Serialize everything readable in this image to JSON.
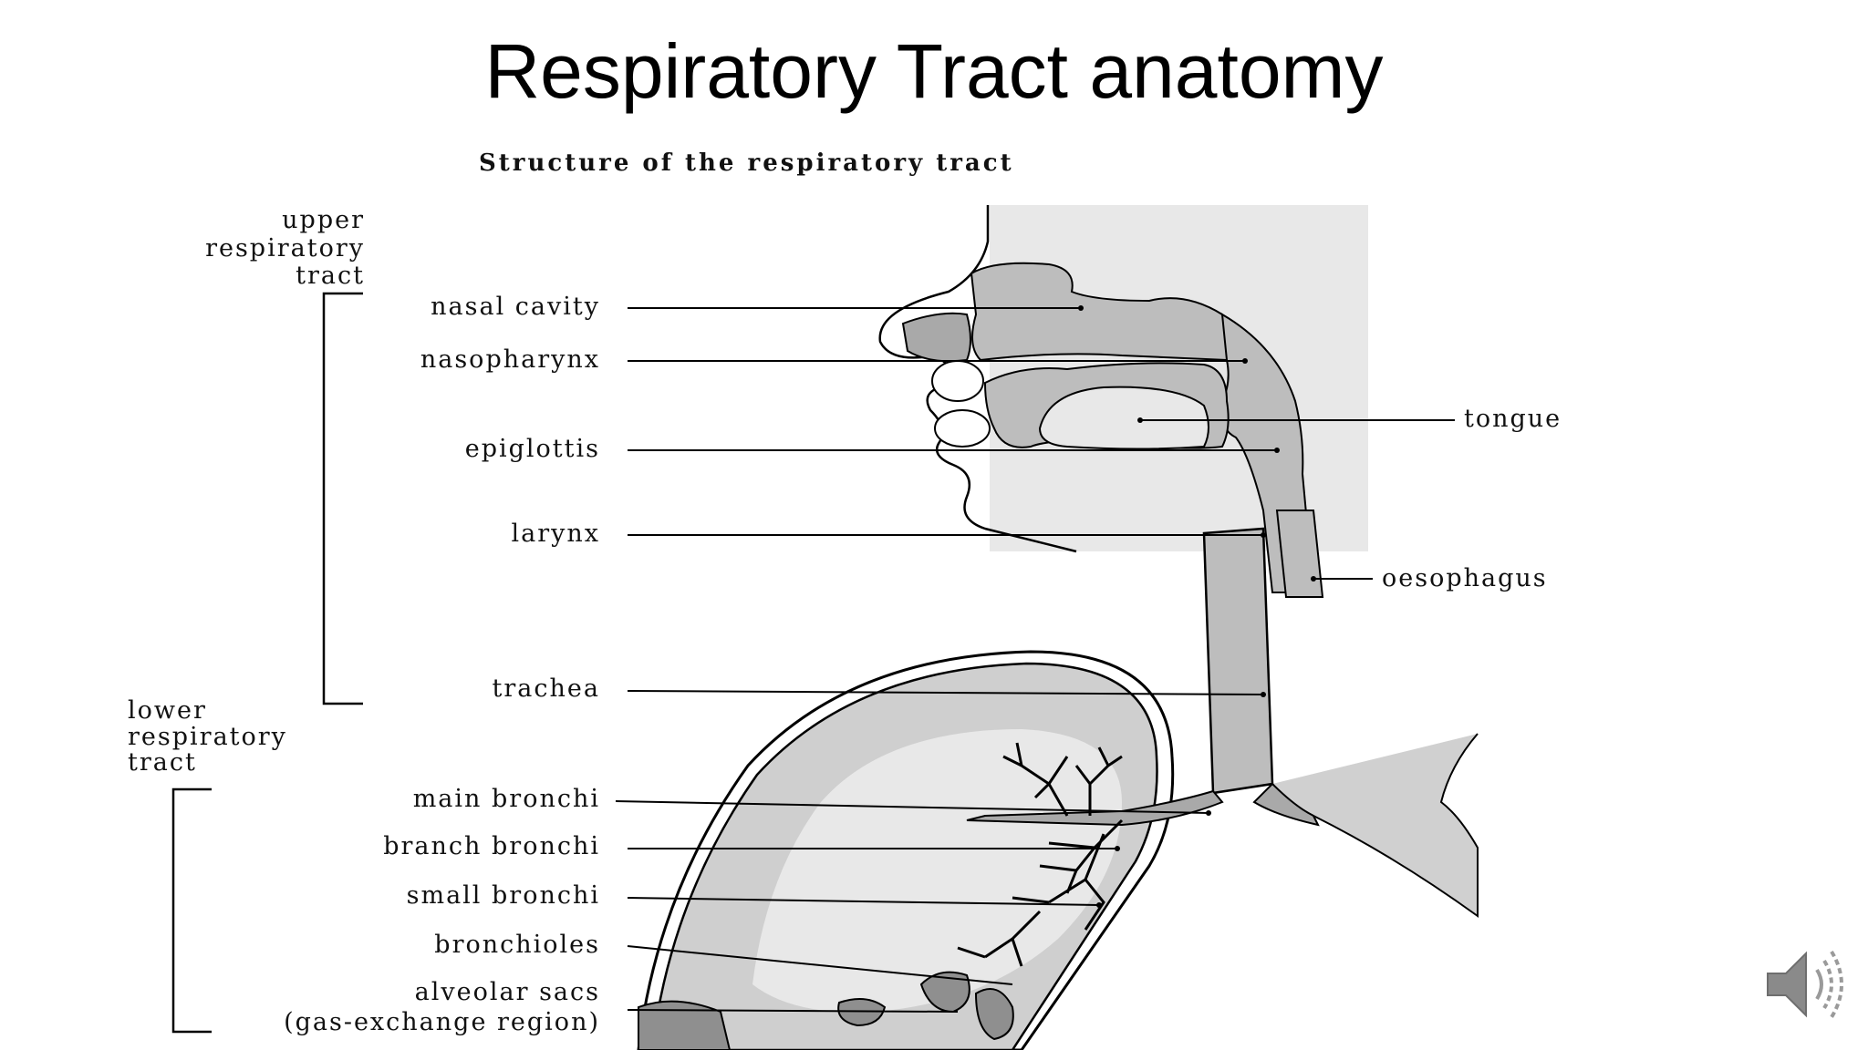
{
  "slide": {
    "title": "Respiratory Tract anatomy"
  },
  "figure": {
    "caption": "Structure of the respiratory tract",
    "groups": {
      "upper": [
        "upper",
        "respiratory",
        "tract"
      ],
      "lower": [
        "lower",
        "respiratory",
        "tract"
      ]
    },
    "labels": {
      "nasal_cavity": "nasal cavity",
      "nasopharynx": "nasopharynx",
      "epiglottis": "epiglottis",
      "larynx": "larynx",
      "trachea": "trachea",
      "main_bronchi": "main bronchi",
      "branch_bronchi": "branch bronchi",
      "small_bronchi": "small bronchi",
      "bronchioles": "bronchioles",
      "alveolar_sacs": "alveolar sacs",
      "gas_exchange": "(gas-exchange region)",
      "tongue": "tongue",
      "oesophagus": "oesophagus"
    }
  },
  "controls": {
    "audio_icon": "speaker-icon"
  },
  "colors": {
    "background": "#ffffff",
    "head_fill": "#e8e8e8",
    "tissue_fill": "#bdbdbd",
    "lung_inner": "#d6d6d6",
    "line": "#000000"
  }
}
